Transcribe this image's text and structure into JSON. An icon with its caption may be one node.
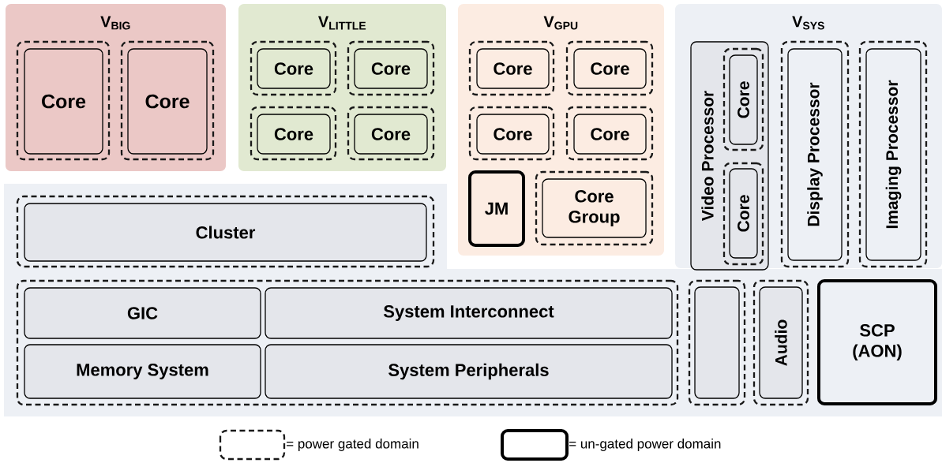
{
  "diagram": {
    "nodes": [
      {
        "text": [
          "V$_{BIG}$"
        ]
      },
      {
        "text": [],
        "shape": "box",
        "in": 0
      },
      {
        "text": [
          "Core"
        ],
        "in": 1
      },
      {
        "text": [],
        "shape": "box",
        "in": 0
      },
      {
        "text": [
          "Core"
        ],
        "in": 3
      },
      {
        "text": [
          "V$_{LITTLE}$"
        ]
      },
      {
        "text": [],
        "shape": "box",
        "in": 5
      },
      {
        "text": [
          "Core"
        ],
        "in": 6
      },
      {
        "text": [],
        "shape": "box",
        "in": 5
      },
      {
        "text": [
          "Core"
        ],
        "in": 8
      },
      {
        "text": [],
        "shape": "box",
        "in": 5
      },
      {
        "text": [
          "Core"
        ],
        "in": 10
      },
      {
        "text": [],
        "shape": "box",
        "in": 5
      },
      {
        "text": [
          "Core"
        ],
        "in": 12
      },
      {
        "text": [
          "V$_{GPU}$"
        ]
      },
      {
        "text": [],
        "shape": "box",
        "in": 14
      },
      {
        "text": [
          "Core"
        ],
        "in": 15
      },
      {
        "text": [],
        "shape": "box",
        "in": 14
      },
      {
        "text": [
          "Core"
        ],
        "in": 17
      },
      {
        "text": [],
        "shape": "box",
        "in": 14
      },
      {
        "text": [
          "Core"
        ],
        "in": 19
      },
      {
        "text": [],
        "shape": "box",
        "in": 14
      },
      {
        "text": [
          "Core"
        ],
        "in": 21
      },
      {
        "text": [
          "JM"
        ],
        "in": 14
      },
      {
        "text": [],
        "shape": "box",
        "in": 14
      },
      {
        "text": [
          "Core Group"
        ],
        "in": 24
      },
      {
        "text": [
          "V$_{SYS}$"
        ]
      },
      {
        "text": [
          "Video Processor"
        ],
        "in": 26
      },
      {
        "text": [],
        "shape": "box",
        "in": 27
      },
      {
        "text": [
          "Core"
        ],
        "in": 28
      },
      {
        "text": [],
        "shape": "box",
        "in": 27
      },
      {
        "text": [
          "Core"
        ],
        "in": 30
      },
      {
        "text": [],
        "shape": "box",
        "in": 26
      },
      {
        "text": [
          "Display Processor"
        ],
        "in": 32
      },
      {
        "text": [],
        "shape": "box",
        "in": 26
      },
      {
        "text": [
          "Imaging Processor"
        ],
        "in": 34
      },
      {
        "text": [],
        "shape": "box"
      },
      {
        "text": [
          "Cluster"
        ],
        "in": 36
      },
      {
        "text": [],
        "shape": "box"
      },
      {
        "text": [
          "GIC"
        ],
        "in": 38
      },
      {
        "text": [
          "System Interconnect"
        ],
        "in": 38
      },
      {
        "text": [
          "Memory System"
        ],
        "in": 38
      },
      {
        "text": [
          "System Peripherals"
        ],
        "in": 38
      },
      {
        "text": [],
        "shape": "box"
      },
      {
        "text": [],
        "shape": "box",
        "in": 43
      },
      {
        "text": [],
        "shape": "box"
      },
      {
        "text": [
          "Audio"
        ],
        "in": 45
      },
      {
        "text": [
          "SCP (AON)"
        ]
      }
    ],
    "legend": [
      {
        "text": "= power gated domain"
      },
      {
        "text": "= un-gated power domain"
      }
    ]
  }
}
